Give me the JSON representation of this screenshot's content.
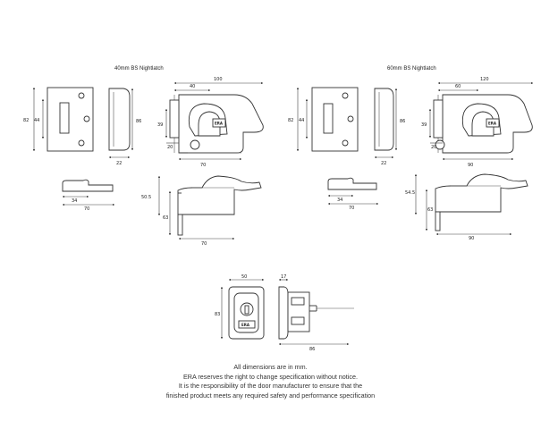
{
  "left_title": "40mm BS Nightlatch",
  "right_title": "60mm BS Nightlatch",
  "brand": "ERA",
  "dims": {
    "l_front_outer": "82",
    "l_front_inner": "44",
    "l_side_h": "86",
    "l_side_w": "22",
    "l_top_overall": "100",
    "l_top_backset": "40",
    "l_case_h": "39",
    "l_small": "20",
    "l_bottom": "70",
    "l_plan_34": "34",
    "l_plan_70": "70",
    "l_el_505": "50.5",
    "l_el_63": "63",
    "l_el_70": "70",
    "r_front_outer": "82",
    "r_front_inner": "44",
    "r_side_h": "86",
    "r_side_w": "22",
    "r_top_overall": "120",
    "r_top_backset": "60",
    "r_case_h": "39",
    "r_small": "20",
    "r_bottom": "90",
    "r_plan_34": "34",
    "r_plan_70": "70",
    "r_el_545": "54.5",
    "r_el_63": "63",
    "r_el_90": "90",
    "c_width": "50",
    "c_height": "83",
    "c_depth": "17",
    "c_length": "86"
  },
  "notes": [
    "All dimensions are in mm.",
    "ERA reserves the right to change specification without notice.",
    "It is the responsibility of the door manufacturer to ensure that the",
    "finished product meets any required safety and performance specification"
  ]
}
